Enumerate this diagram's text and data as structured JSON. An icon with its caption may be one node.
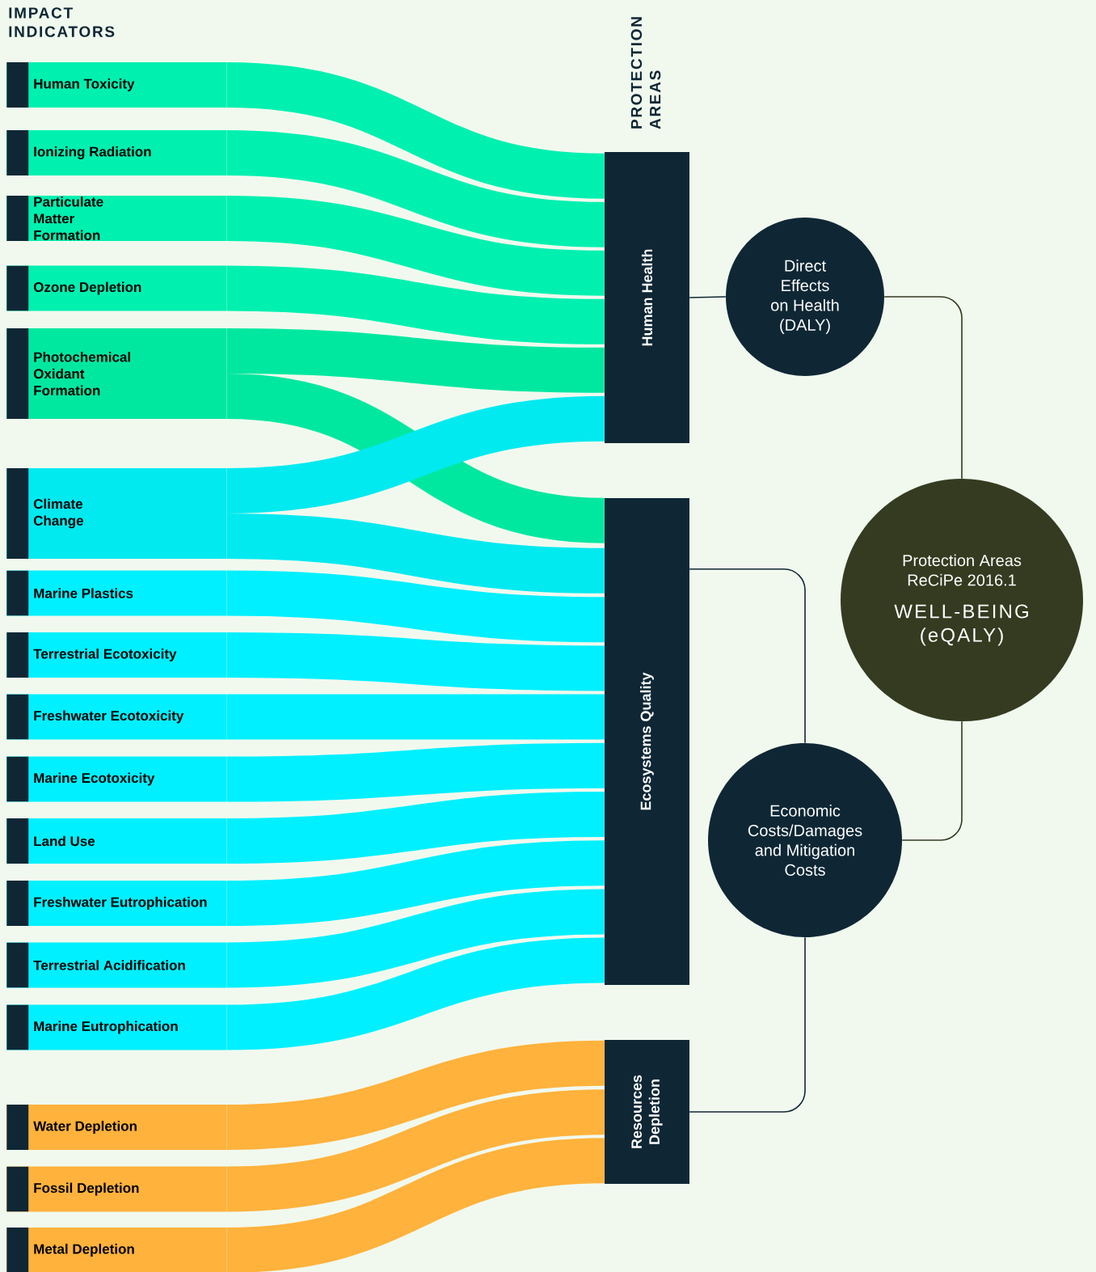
{
  "diagram": {
    "nodes": [
      {
        "text": [
          "Human Toxicity"
        ]
      },
      {
        "text": [
          "Ionizing Radiation"
        ]
      },
      {
        "text": [
          "Particulate Matter Formation"
        ]
      },
      {
        "text": [
          "Ozone Depletion"
        ]
      },
      {
        "text": [
          "Photochemical Oxidant Formation"
        ]
      },
      {
        "text": [
          "Climate Change"
        ]
      },
      {
        "text": [
          "Marine Plastics"
        ]
      },
      {
        "text": [
          "Terrestrial Ecotoxicity"
        ]
      },
      {
        "text": [
          "Freshwater Ecotoxicity"
        ]
      },
      {
        "text": [
          "Marine Ecotoxicity"
        ]
      },
      {
        "text": [
          "Land Use"
        ]
      },
      {
        "text": [
          "Freshwater Eutrophication"
        ]
      },
      {
        "text": [
          "Terrestrial Acidification"
        ]
      },
      {
        "text": [
          "Marine Eutrophication"
        ]
      },
      {
        "text": [
          "Water Depletion"
        ]
      },
      {
        "text": [
          "Fossil Depletion"
        ]
      },
      {
        "text": [
          "Metal Depletion"
        ]
      },
      {
        "text": [
          "Human Health"
        ]
      },
      {
        "text": [
          "Ecosystems Quality"
        ]
      },
      {
        "text": [
          "Resources Depletion"
        ]
      },
      {
        "text": [
          "Direct Effects on Health (DALY)"
        ]
      },
      {
        "text": [
          "Protection Areas ReCiPe 2016.1",
          "WELL-BEING (eQALY)"
        ]
      },
      {
        "text": [
          "Economic Costs/Damages and Mitigation Costs"
        ]
      }
    ],
    "edges": [
      {
        "from": 0,
        "to": 17,
        "arrow": "none",
        "color": "#00f0b0"
      },
      {
        "from": 1,
        "to": 17,
        "arrow": "none",
        "color": "#00f0b0"
      },
      {
        "from": 2,
        "to": 17,
        "arrow": "none",
        "color": "#00f0b0"
      },
      {
        "from": 3,
        "to": 17,
        "arrow": "none",
        "color": "#00f0b0"
      },
      {
        "from": 4,
        "to": 17,
        "arrow": "none",
        "color": "#00e8a0"
      },
      {
        "from": 4,
        "to": 18,
        "arrow": "none",
        "color": "#00e8a0"
      },
      {
        "from": 5,
        "to": 17,
        "arrow": "none",
        "color": "#00eaf0"
      },
      {
        "from": 5,
        "to": 18,
        "arrow": "none",
        "color": "#00eaf0"
      },
      {
        "from": 6,
        "to": 18,
        "arrow": "none",
        "color": "#00f0ff"
      },
      {
        "from": 7,
        "to": 18,
        "arrow": "none",
        "color": "#00f0ff"
      },
      {
        "from": 8,
        "to": 18,
        "arrow": "none",
        "color": "#00f0ff"
      },
      {
        "from": 9,
        "to": 18,
        "arrow": "none",
        "color": "#00f0ff"
      },
      {
        "from": 10,
        "to": 18,
        "arrow": "none",
        "color": "#00f0ff"
      },
      {
        "from": 11,
        "to": 18,
        "arrow": "none",
        "color": "#00f0ff"
      },
      {
        "from": 12,
        "to": 18,
        "arrow": "none",
        "color": "#00f0ff"
      },
      {
        "from": 13,
        "to": 18,
        "arrow": "none",
        "color": "#00f0ff"
      },
      {
        "from": 14,
        "to": 19,
        "arrow": "none",
        "color": "#ffb23c"
      },
      {
        "from": 15,
        "to": 19,
        "arrow": "none",
        "color": "#ffb23c"
      },
      {
        "from": 16,
        "to": 19,
        "arrow": "none",
        "color": "#ffb23c"
      },
      {
        "from": 17,
        "to": 20,
        "arrow": "none",
        "color": "#0f2735"
      },
      {
        "from": 18,
        "to": 22,
        "arrow": "none",
        "color": "#0f2735"
      },
      {
        "from": 19,
        "to": 22,
        "arrow": "none",
        "color": "#0f2735"
      },
      {
        "from": 20,
        "to": 21,
        "arrow": "none",
        "color": "#33391f"
      },
      {
        "from": 22,
        "to": 21,
        "arrow": "none",
        "color": "#33391f"
      }
    ],
    "labels": [
      "IMPACT INDICATORS",
      "PROTECTION AREAS"
    ]
  }
}
